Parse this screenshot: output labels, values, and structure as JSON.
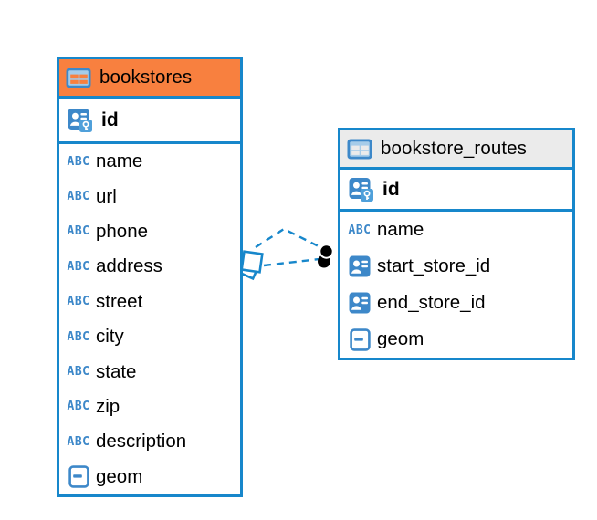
{
  "colors": {
    "accent_blue": "#1787CB",
    "icon_blue": "#3D88C9",
    "icon_light_blue": "#A6CCE9",
    "key_overlay_blue": "#4FA0DA",
    "bookstores_header": "#F8803F",
    "routes_header": "#EBEBEB",
    "endpoint_dot": "#000000",
    "text": "#000000"
  },
  "diagram": {
    "type": "entity-relationship",
    "tables": [
      {
        "name": "bookstores",
        "header_color": "#F8803F",
        "icon": "table-icon",
        "primary_key": {
          "name": "id",
          "type": "primary-key"
        },
        "columns": [
          {
            "name": "name",
            "type": "text"
          },
          {
            "name": "url",
            "type": "text"
          },
          {
            "name": "phone",
            "type": "text"
          },
          {
            "name": "address",
            "type": "text"
          },
          {
            "name": "street",
            "type": "text"
          },
          {
            "name": "city",
            "type": "text"
          },
          {
            "name": "state",
            "type": "text"
          },
          {
            "name": "zip",
            "type": "text"
          },
          {
            "name": "description",
            "type": "text"
          },
          {
            "name": "geom",
            "type": "geometry"
          }
        ]
      },
      {
        "name": "bookstore_routes",
        "header_color": "#EBEBEB",
        "icon": "table-icon",
        "primary_key": {
          "name": "id",
          "type": "primary-key"
        },
        "columns": [
          {
            "name": "name",
            "type": "text"
          },
          {
            "name": "start_store_id",
            "type": "reference"
          },
          {
            "name": "end_store_id",
            "type": "reference"
          },
          {
            "name": "geom",
            "type": "geometry"
          }
        ]
      }
    ],
    "relationships": [
      {
        "from": "bookstore_routes.start_store_id",
        "to": "bookstores.id",
        "line_style": "dashed"
      },
      {
        "from": "bookstore_routes.end_store_id",
        "to": "bookstores.id",
        "line_style": "dashed"
      }
    ]
  }
}
